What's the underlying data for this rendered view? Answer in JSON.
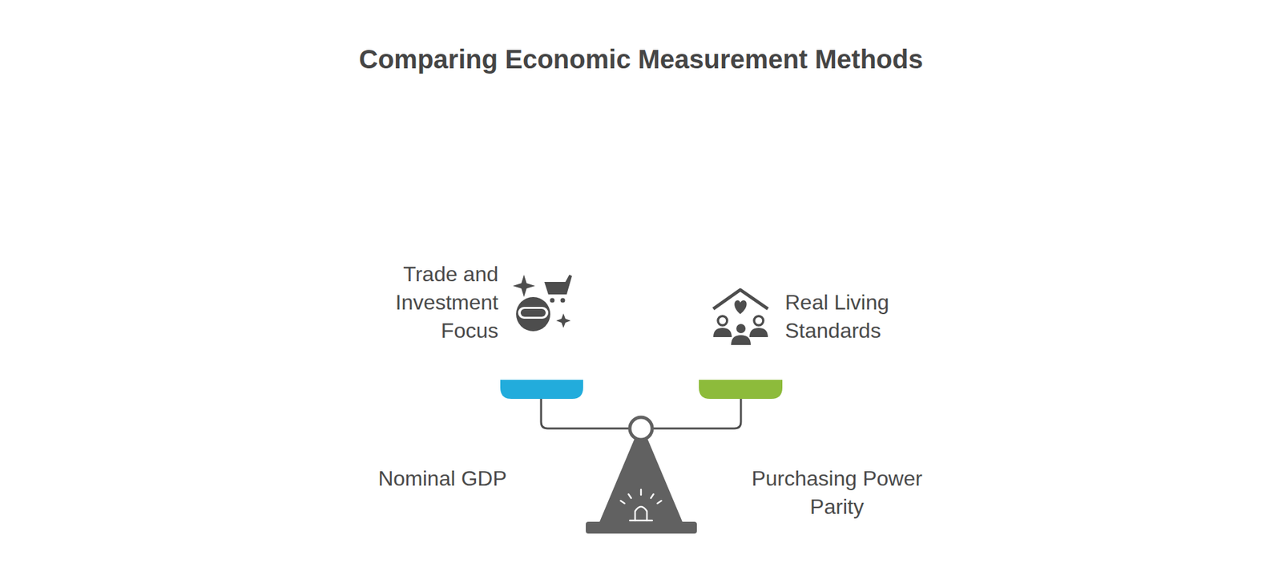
{
  "diagram": {
    "title": "Comparing Economic Measurement Methods",
    "labels": [
      "Trade and Investment Focus",
      "Real Living Standards",
      "Nominal GDP",
      "Purchasing Power Parity"
    ]
  }
}
